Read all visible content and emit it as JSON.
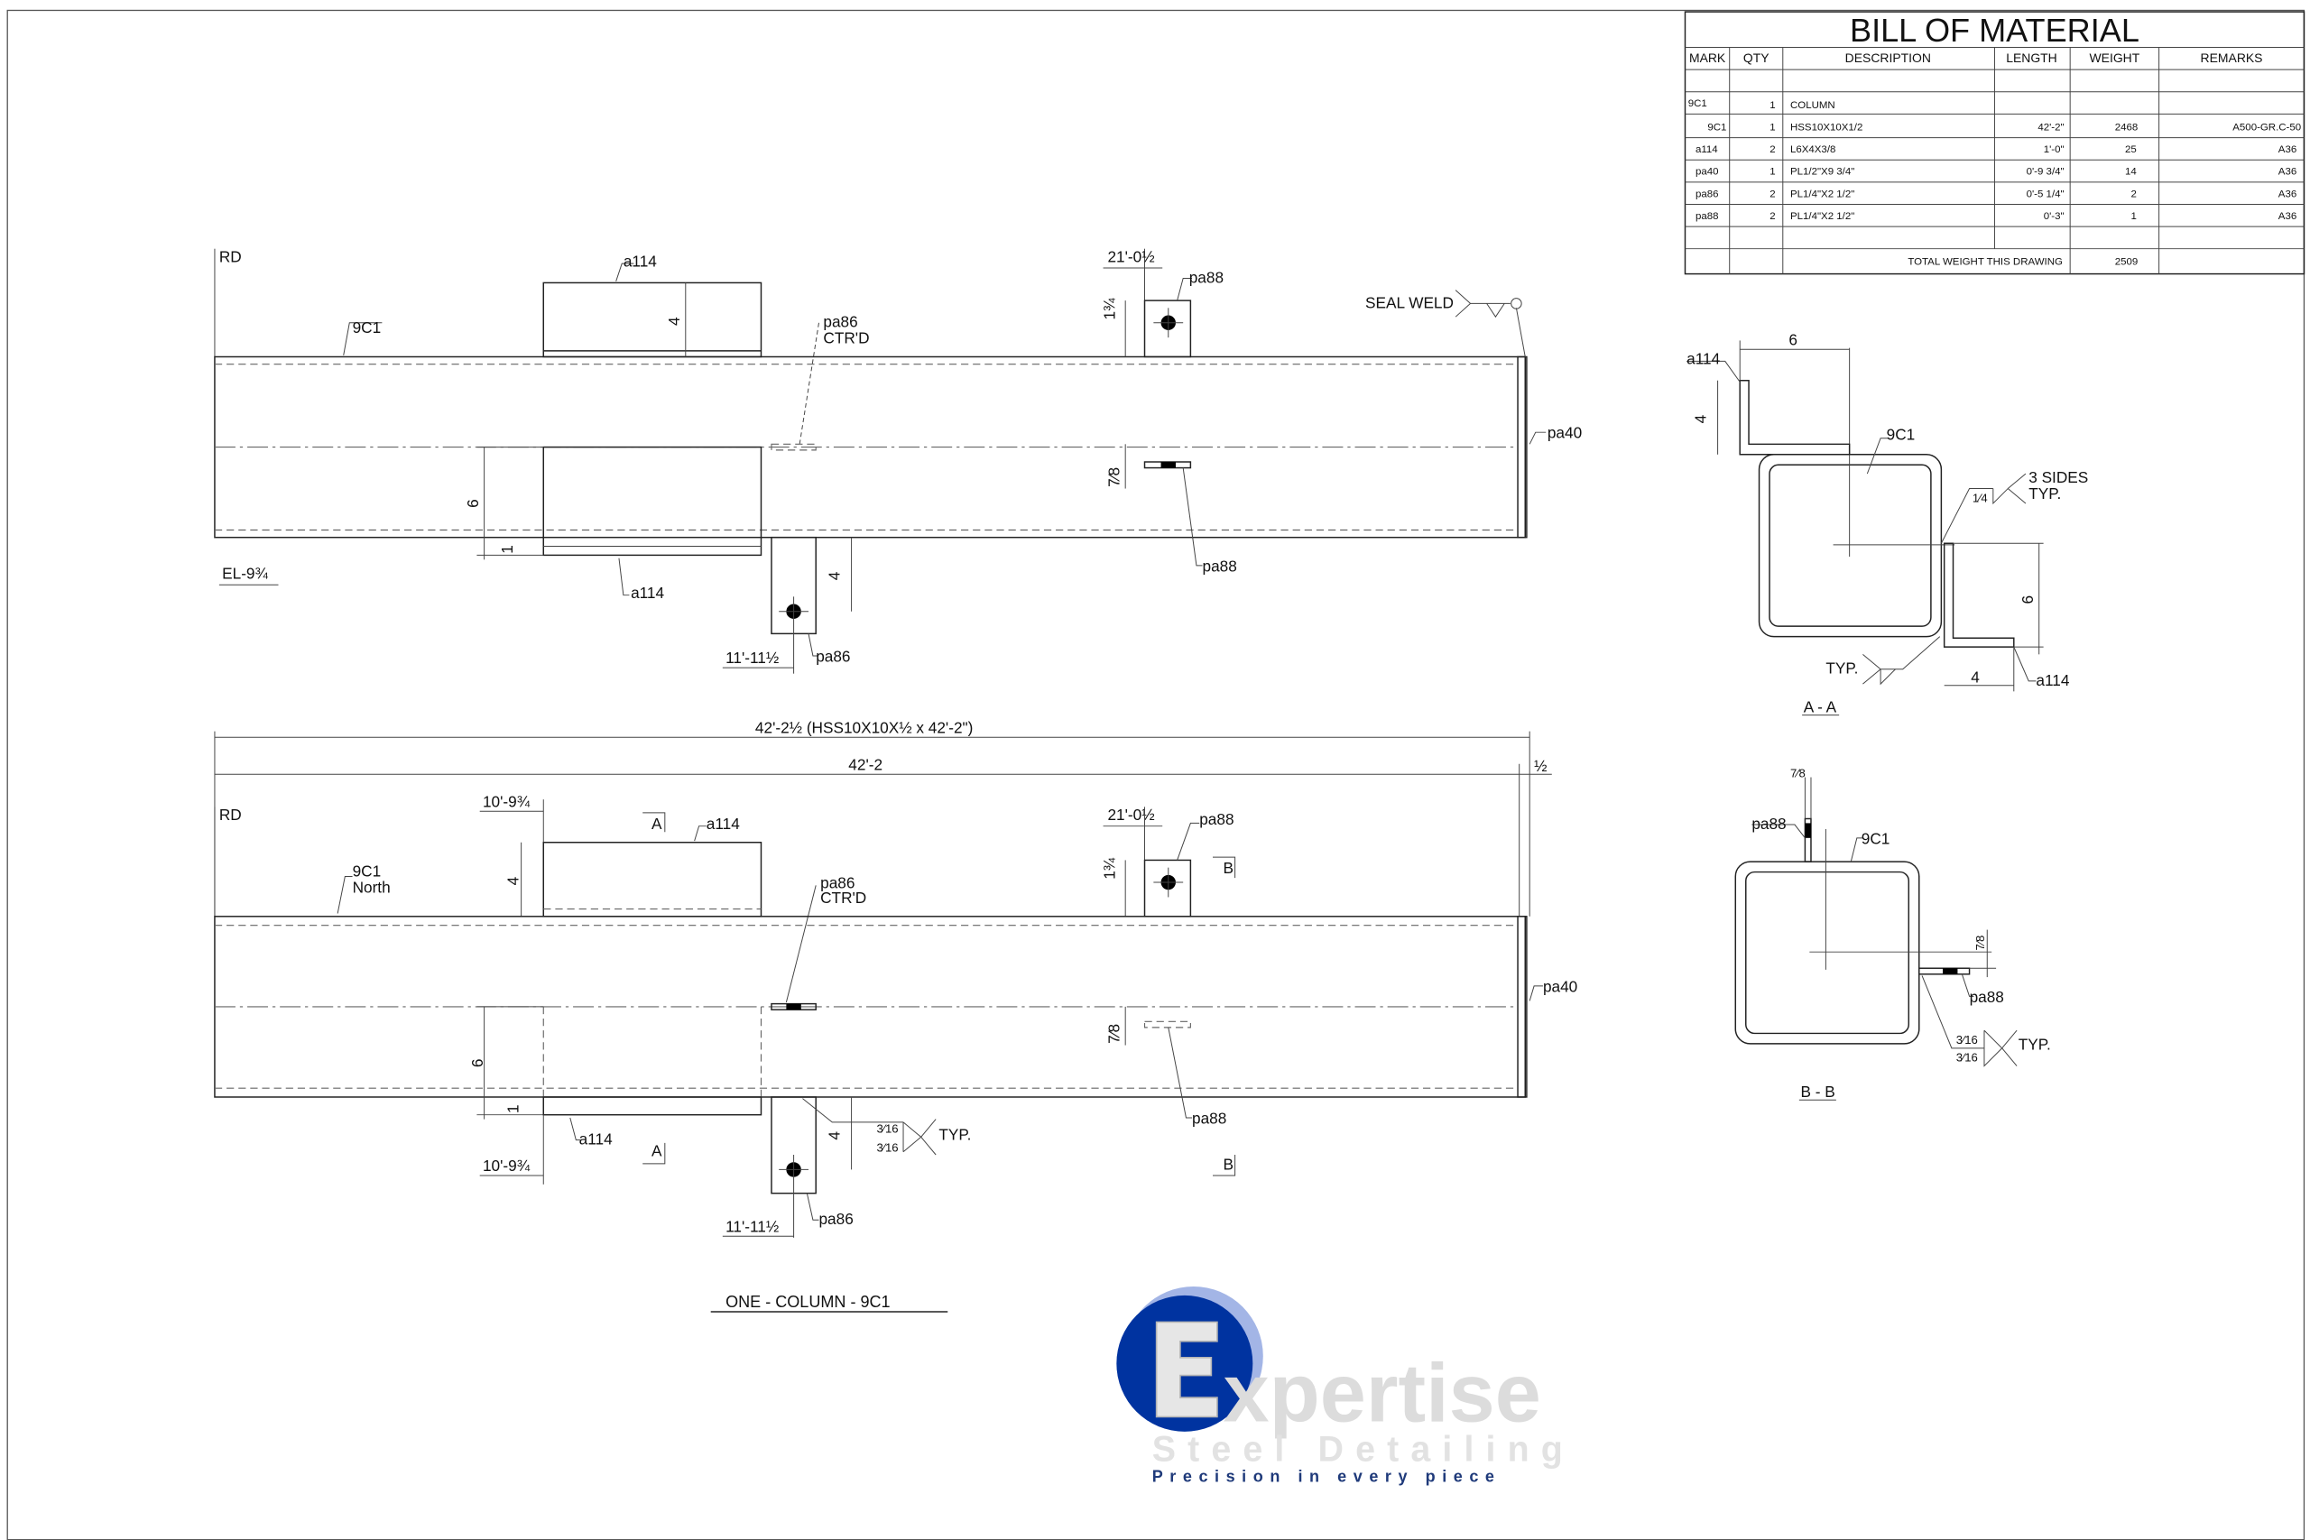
{
  "bom": {
    "title": "BILL OF MATERIAL",
    "headers": [
      "MARK",
      "QTY",
      "DESCRIPTION",
      "LENGTH",
      "WEIGHT",
      "REMARKS"
    ],
    "rows": [
      {
        "mark": "9C1",
        "qty": "1",
        "description": "COLUMN",
        "length": "",
        "weight": "",
        "remarks": ""
      },
      {
        "mark": "9C1",
        "qty": "1",
        "description": "HSS10X10X1/2",
        "length": "42'-2\"",
        "weight": "2468",
        "remarks": "A500-GR.C-50"
      },
      {
        "mark": "a114",
        "qty": "2",
        "description": "L6X4X3/8",
        "length": "1'-0\"",
        "weight": "25",
        "remarks": "A36"
      },
      {
        "mark": "pa40",
        "qty": "1",
        "description": "PL1/2\"X9 3/4\"",
        "length": "0'-9 3/4\"",
        "weight": "14",
        "remarks": "A36"
      },
      {
        "mark": "pa86",
        "qty": "2",
        "description": "PL1/4\"X2 1/2\"",
        "length": "0'-5 1/4\"",
        "weight": "2",
        "remarks": "A36"
      },
      {
        "mark": "pa88",
        "qty": "2",
        "description": "PL1/4\"X2 1/2\"",
        "length": "0'-3\"",
        "weight": "1",
        "remarks": "A36"
      }
    ],
    "total_label": "TOTAL WEIGHT THIS DRAWING",
    "total_weight": "2509"
  },
  "top_view": {
    "rd": "RD",
    "mark": "9C1",
    "a114_top": "a114",
    "dim_4": "4",
    "pa86": "pa86",
    "ctrd": "CTR'D",
    "dim_21": "21'-0½",
    "pa88_top": "pa88",
    "dim_134": "1¾",
    "seal_weld": "SEAL WELD",
    "pa40": "pa40",
    "dim_78": "7⁄8",
    "pa88_bot": "pa88",
    "dim_6": "6",
    "dim_1": "1",
    "elevation": "EL-9¾",
    "a114_bot": "a114",
    "dim_4b": "4",
    "dim_11": "11'-11½",
    "pa86_bot": "pa86"
  },
  "bottom_view": {
    "overall_dim": "42'-2½ (HSS10X10X½ x 42'-2\")",
    "length_dim": "42'-2",
    "end_dim": "½",
    "rd": "RD",
    "dim_109_top": "10'-9¾",
    "section_a": "A",
    "a114_top": "a114",
    "dim_21": "21'-0½",
    "pa88_top": "pa88",
    "section_b": "B",
    "dim_4": "4",
    "dim_134": "1¾",
    "mark": "9C1",
    "north": "North",
    "pa86": "pa86",
    "ctrd": "CTR'D",
    "pa40": "pa40",
    "dim_78": "7⁄8",
    "dim_6": "6",
    "dim_1": "1",
    "dim_4b": "4",
    "weld_a": "3⁄16",
    "weld_b": "3⁄16",
    "typ": "TYP.",
    "a114_bot": "a114",
    "dim_109_bot": "10'-9¾",
    "pa88_bot": "pa88",
    "dim_11": "11'-11½",
    "pa86_bot": "pa86",
    "title": "ONE - COLUMN - 9C1"
  },
  "section_aa": {
    "a114_top": "a114",
    "dim_6": "6",
    "dim_4": "4",
    "mark": "9C1",
    "weld": "1⁄4",
    "sides": "3 SIDES",
    "typ": "TYP.",
    "typ_left": "TYP.",
    "dim_6b": "6",
    "dim_4b": "4",
    "a114_bot": "a114",
    "title": "A - A"
  },
  "section_bb": {
    "dim_78_top": "7⁄8",
    "pa88_top": "pa88",
    "mark": "9C1",
    "dim_78_right": "7⁄8",
    "pa88_right": "pa88",
    "weld_a": "3⁄16",
    "weld_b": "3⁄16",
    "typ": "TYP.",
    "title": "B - B"
  },
  "logo": {
    "letter": "E",
    "word": "xpertise",
    "subtitle": "Steel Detailing",
    "tagline": "Precision in every piece",
    "colors": {
      "blue": "#0033a0",
      "ring": "#a3b5e6",
      "gray": "#dcdcdc",
      "navy": "#1f3a7a"
    }
  }
}
